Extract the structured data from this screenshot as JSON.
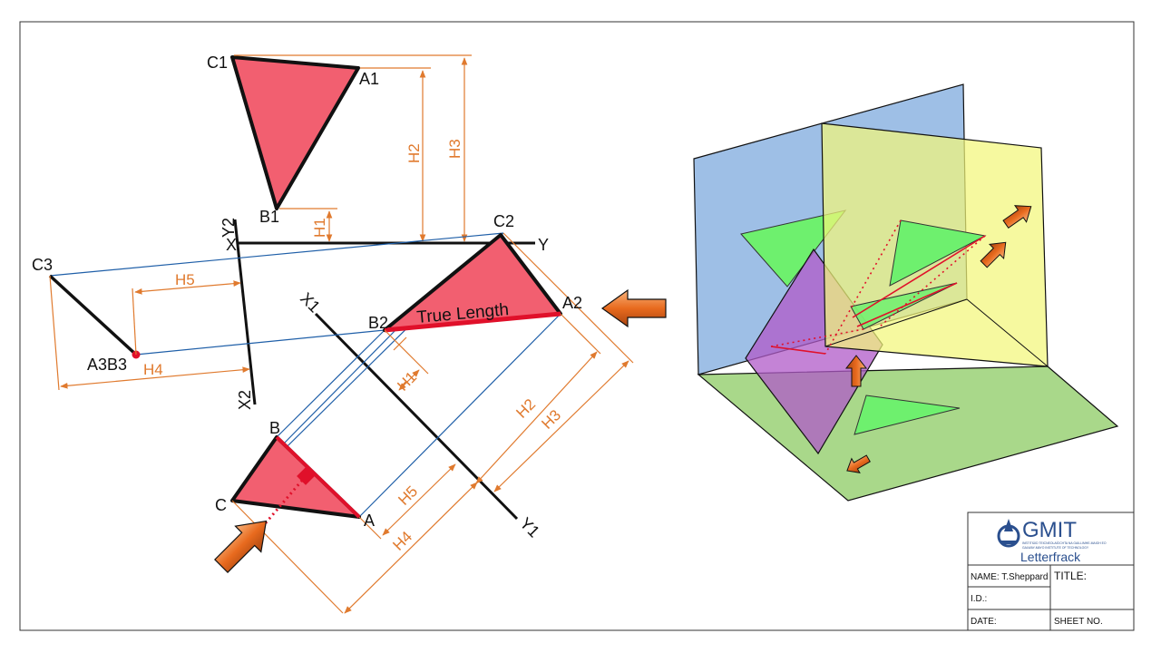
{
  "labels": {
    "c1": "C1",
    "a1": "A1",
    "b1": "B1",
    "c2": "C2",
    "a2": "A2",
    "b2": "B2",
    "c3": "C3",
    "a3b3": "A3B3",
    "a": "A",
    "b": "B",
    "c": "C",
    "x": "X",
    "y": "Y",
    "x1": "X1",
    "y1": "Y1",
    "x2": "X2",
    "y2": "Y2",
    "true_length": "True Length"
  },
  "dimensions": {
    "h1": "H1",
    "h2": "H2",
    "h3": "H3",
    "h4": "H4",
    "h5": "H5"
  },
  "title_block": {
    "logo_text": "GMIT",
    "logo_sub1": "INSTITIÚID TEICNEOLAÍOCHTA NA GAILLIMHE-MAIGH EO",
    "logo_sub2": "GALWAY-MAYO INSTITUTE OF TECHNOLOGY",
    "campus": "Letterfrack",
    "name": "NAME: T.Sheppard",
    "title": "TITLE:",
    "id": "I.D.:",
    "date": "DATE:",
    "sheet": "SHEET NO."
  },
  "colors": {
    "triangle_fill": "#f25f70",
    "orange": "#e07a2e",
    "blue_line": "#1f5fa8",
    "true_length_red": "#e0102a",
    "plane_blue": "#9ebfe6",
    "plane_yellow": "#f3f77a",
    "plane_green": "#a9d88a",
    "triangle_green": "#6ef06e",
    "triangle_purple": "#b05ac8",
    "logo_blue": "#2a4f8e"
  }
}
